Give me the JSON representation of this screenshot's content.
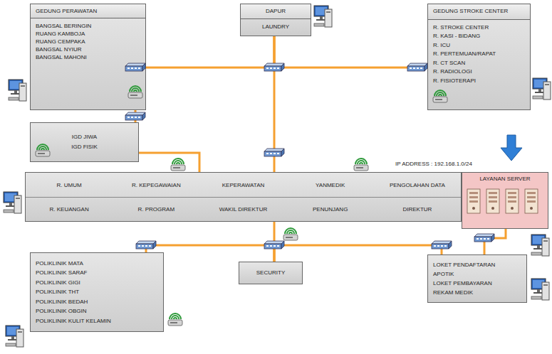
{
  "diagram": {
    "nodes": [
      {
        "text": [
          "GEDUNG PERAWATAN",
          "BANGSAL BERINGIN",
          "RUANG KAMBOJA",
          "RUANG CEMPAKA",
          "BANGSAL NYIUR",
          "BANGSAL MAHONI"
        ]
      },
      {
        "text": [
          "DAPUR",
          "LAUNDRY"
        ]
      },
      {
        "text": [
          "GEDUNG STROKE CENTER",
          "R. STROKE CENTER",
          "R. KASI - BIDANG",
          "R. ICU",
          "R. PERTEMUAN/RAPAT",
          "R. CT SCAN",
          "R. RADIOLOGI",
          "R. FISIOTERAPI"
        ]
      },
      {
        "text": [
          "IGD JIWA",
          "IGD FISIK"
        ]
      },
      {
        "text": [
          "R. UMUM",
          "R. KEPEGAWAIAN",
          "KEPERAWATAN",
          "YANMEDIK",
          "PENGOLAHAN DATA",
          "R. KEUANGAN",
          "R. PROGRAM",
          "WAKIL DIREKTUR",
          "PENUNJANG",
          "DIREKTUR"
        ]
      },
      {
        "text": [
          "LAYANAN SERVER"
        ]
      },
      {
        "text": [
          "POLIKLINIK MATA",
          "POLIKLINIK SARAF",
          "POLIKLINIK GIGI",
          "POLIKLINIK THT",
          "POLIKLINIK BEDAH",
          "POLIKLINIK OBGIN",
          "POLIKLINIK KULIT KELAMIN"
        ]
      },
      {
        "text": [
          "SECURITY"
        ]
      },
      {
        "text": [
          "LOKET PENDAFTARAN",
          "APOTIK",
          "LOKET PEMBAYARAN",
          "REKAM MEDIK"
        ]
      }
    ],
    "edges": [
      {
        "from": 0,
        "to": 1,
        "arrow": "none"
      },
      {
        "from": 1,
        "to": 2,
        "arrow": "none"
      },
      {
        "from": 1,
        "to": 4,
        "arrow": "none"
      },
      {
        "from": 0,
        "to": 3,
        "arrow": "none"
      },
      {
        "from": 3,
        "to": 4,
        "arrow": "none"
      },
      {
        "from": 4,
        "to": 7,
        "arrow": "none"
      },
      {
        "from": 7,
        "to": 6,
        "arrow": "none"
      },
      {
        "from": 7,
        "to": 8,
        "arrow": "none"
      },
      {
        "from": 8,
        "to": 5,
        "arrow": "none"
      }
    ],
    "labels": [
      "IP ADDRESS : 192.168.1.0/24"
    ]
  }
}
